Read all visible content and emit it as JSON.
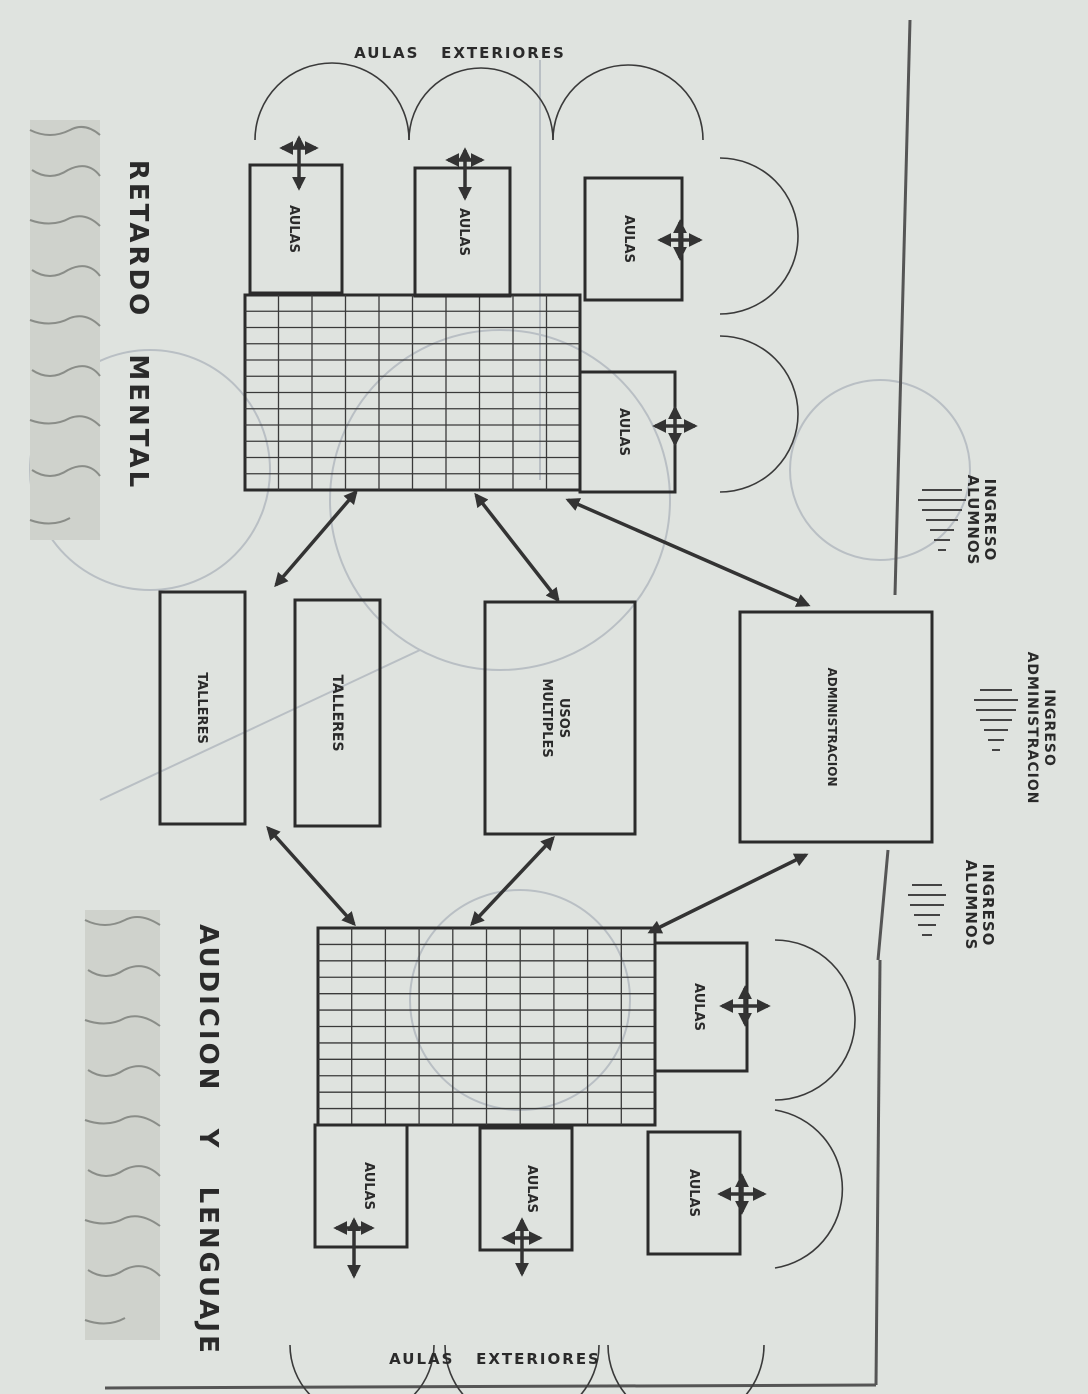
{
  "labels": {
    "aulas_exteriores_top": "AULAS   EXTERIORES",
    "aulas_exteriores_bottom": "AULAS   EXTERIORES",
    "retardo_mental": "RETARDO   MENTAL",
    "audicion_lenguaje": "AUDICION   Y   LENGUAJE",
    "aulas": "AULAS",
    "talleres": "TALLERES",
    "usos": "USOS",
    "multiples": "MULTIPLES",
    "administracion": "ADMINISTRACION",
    "ingreso": "INGRESO",
    "alumnos": "ALUMNOS",
    "administracion_entry": "ADMINISTRACION"
  }
}
